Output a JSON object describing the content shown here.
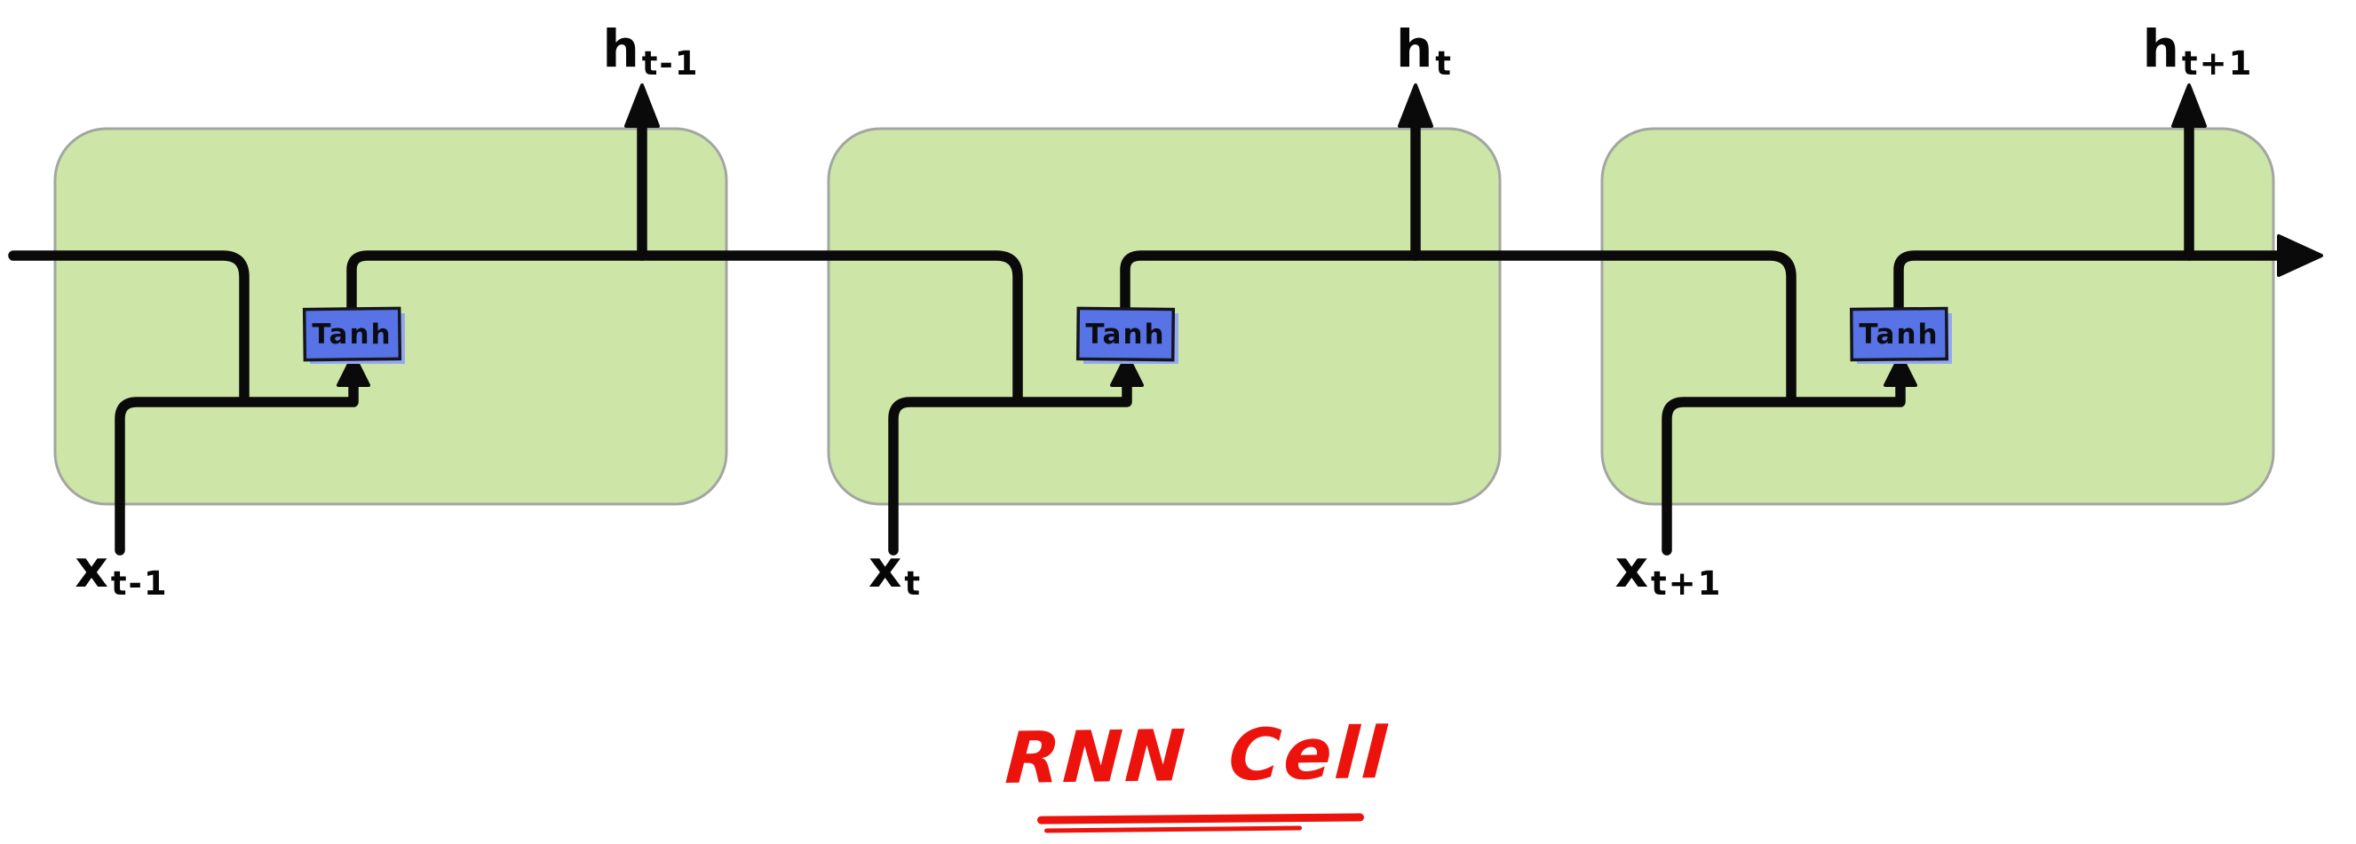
{
  "title": {
    "text": "RNN Cell"
  },
  "cells": [
    {
      "activation": "Tanh",
      "input_main": "x",
      "input_sub": "t-1",
      "output_main": "h",
      "output_sub": "t-1"
    },
    {
      "activation": "Tanh",
      "input_main": "x",
      "input_sub": "t",
      "output_main": "h",
      "output_sub": "t"
    },
    {
      "activation": "Tanh",
      "input_main": "x",
      "input_sub": "t+1",
      "output_main": "h",
      "output_sub": "t+1"
    }
  ],
  "colors": {
    "cell_fill": "#cde6a7",
    "cell_border": "#a2a6a0",
    "tanh_fill": "#5873e6",
    "tanh_border": "#14151d",
    "tanh_shadow": "#94a8f0",
    "wire": "#0a0a0a",
    "ink": "#060606",
    "title_red": "#ec130d"
  }
}
